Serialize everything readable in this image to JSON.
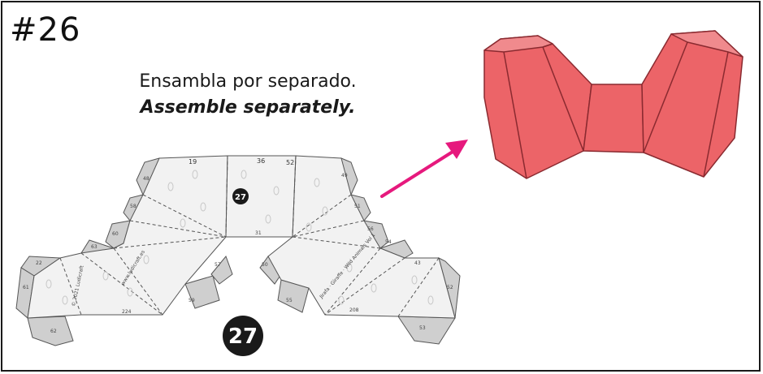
{
  "step": {
    "number": "#26"
  },
  "instructions": {
    "spanish": "Ensambla por separado.",
    "english": "Assemble separately."
  },
  "pattern": {
    "piece_number": "27",
    "inner_badge": "27",
    "tab_labels": [
      "19",
      "36",
      "52",
      "48",
      "49",
      "58",
      "51",
      "60",
      "56",
      "63",
      "54",
      "22",
      "43",
      "61",
      "52",
      "62",
      "53",
      "57",
      "50",
      "59",
      "55",
      "224",
      "208",
      "31"
    ],
    "credit_text": "© 2021 Ludicraft",
    "brand_text": "www.ludicraft.es",
    "series_text": "Jirafa · Giraffe · Wild Animals Vol 1"
  },
  "colors": {
    "model_fill": "#ec6468",
    "model_stroke": "#8a2a30",
    "arrow": "#e6197d",
    "tab_fill": "#cfcfcf",
    "paper_fill": "#f2f2f2"
  }
}
